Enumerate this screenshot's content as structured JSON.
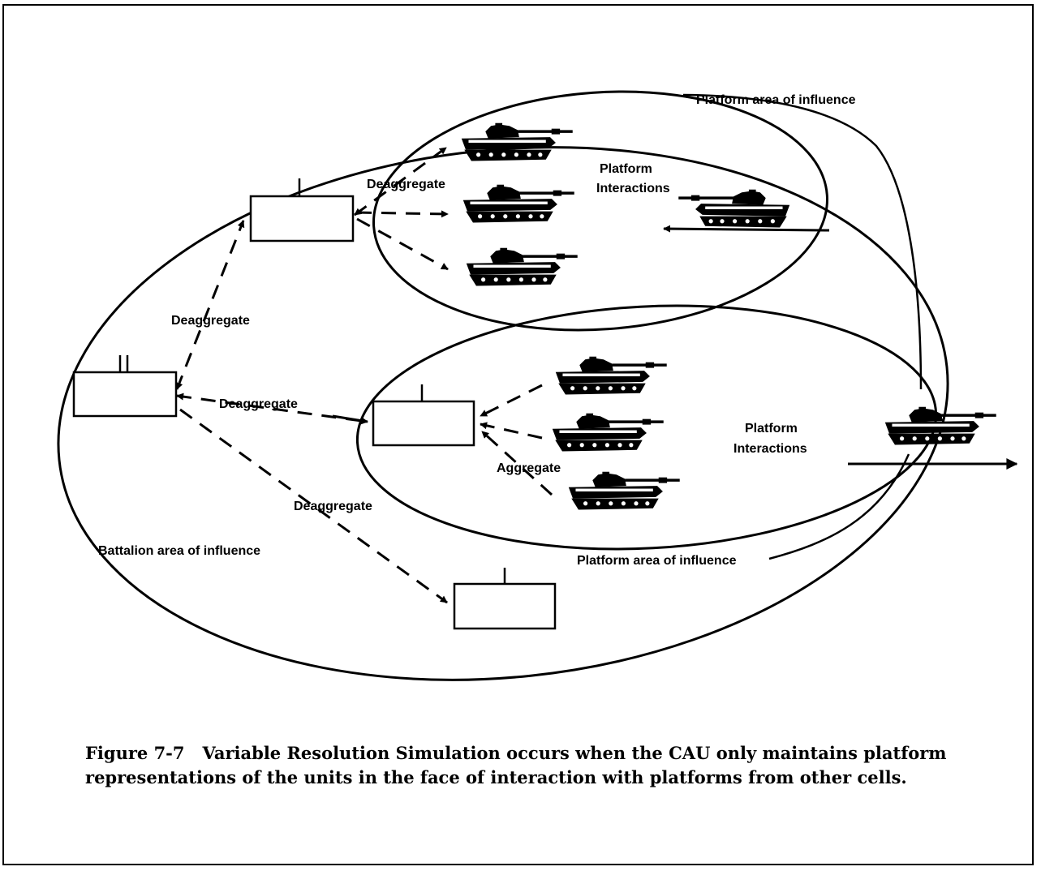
{
  "labels": {
    "platform_area_top": "Platform area of influence",
    "platform_interactions_top_1": "Platform",
    "platform_interactions_top_2": "Interactions",
    "deaggregate_top": "Deaggregate",
    "deaggregate_left": "Deaggregate",
    "deaggregate_middle": "Deaggregate",
    "deaggregate_lower": "Deaggregate",
    "aggregate": "Aggregate",
    "platform_interactions_bottom_1": "Platform",
    "platform_interactions_bottom_2": "Interactions",
    "battalion_area": "Battalion area of influence",
    "platform_area_bottom": "Platform area of influence"
  },
  "caption": {
    "figure_number": "Figure 7-7",
    "title": "Variable Resolution Simulation",
    "text": " occurs when the CAU only maintains platform representations of the units in the face of interaction with platforms from other cells."
  },
  "colors": {
    "ink": "#000000",
    "background": "#ffffff"
  },
  "icons": [
    "tank-icon",
    "unit-box-icon",
    "arrow-icon"
  ]
}
